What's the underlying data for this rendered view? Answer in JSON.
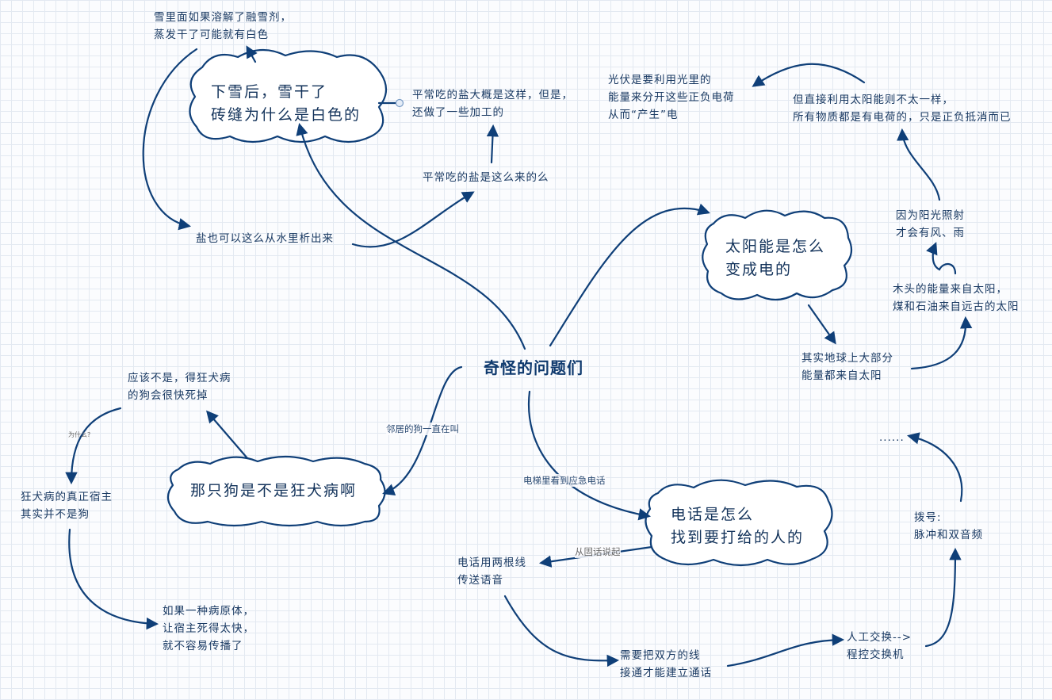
{
  "center_topic": "奇怪的问题们",
  "snow": {
    "title": "下雪后，雪干了\n砖缝为什么是白色的",
    "melt_agent": "雪里面如果溶解了融雪剂，\n蒸发干了可能就有白色",
    "salt_water": "盐也可以这么从水里析出来",
    "salt_origin": "平常吃的盐是这么来的么",
    "salt_processed": "平常吃的盐大概是这样，但是，\n还做了一些加工的"
  },
  "sun": {
    "title": "太阳能是怎么\n变成电的",
    "earth_energy": "其实地球上大部分\n能量都来自太阳",
    "wood_coal": "木头的能量来自太阳，\n煤和石油来自远古的太阳",
    "wind_rain": "因为阳光照射\n才会有风、雨",
    "charges": "但直接利用太阳能则不太一样，\n所有物质都是有电荷的，只是正负抵消而已",
    "photovoltaic": "光伏是要利用光里的\n能量来分开这些正负电荷\n从而“产生”电"
  },
  "dog": {
    "title": "那只狗是不是狂犬病啊",
    "edge_label": "邻居的狗一直在叫",
    "should_not": "应该不是，得狂犬病\n的狗会很快死掉",
    "why": "为什么?",
    "host": "狂犬病的真正宿主\n其实并不是狗",
    "pathogen": "如果一种病原体，\n让宿主死得太快，\n就不容易传播了"
  },
  "phone": {
    "title": "电话是怎么\n找到要打给的人的",
    "edge_label": "电梯里看到应急电话",
    "from_phone": "从固话说起",
    "two_wires": "电话用两根线\n传送语音",
    "connect": "需要把双方的线\n接通才能建立通话",
    "exchange": "人工交换-->\n程控交换机",
    "dial": "拨号:\n脉冲和双音频",
    "ellipsis": "......"
  },
  "colors": {
    "line": "#0f3f78",
    "text": "#1a3a63",
    "cloud_fill": "#ffffff",
    "cloud_stroke": "#0f3f78"
  }
}
